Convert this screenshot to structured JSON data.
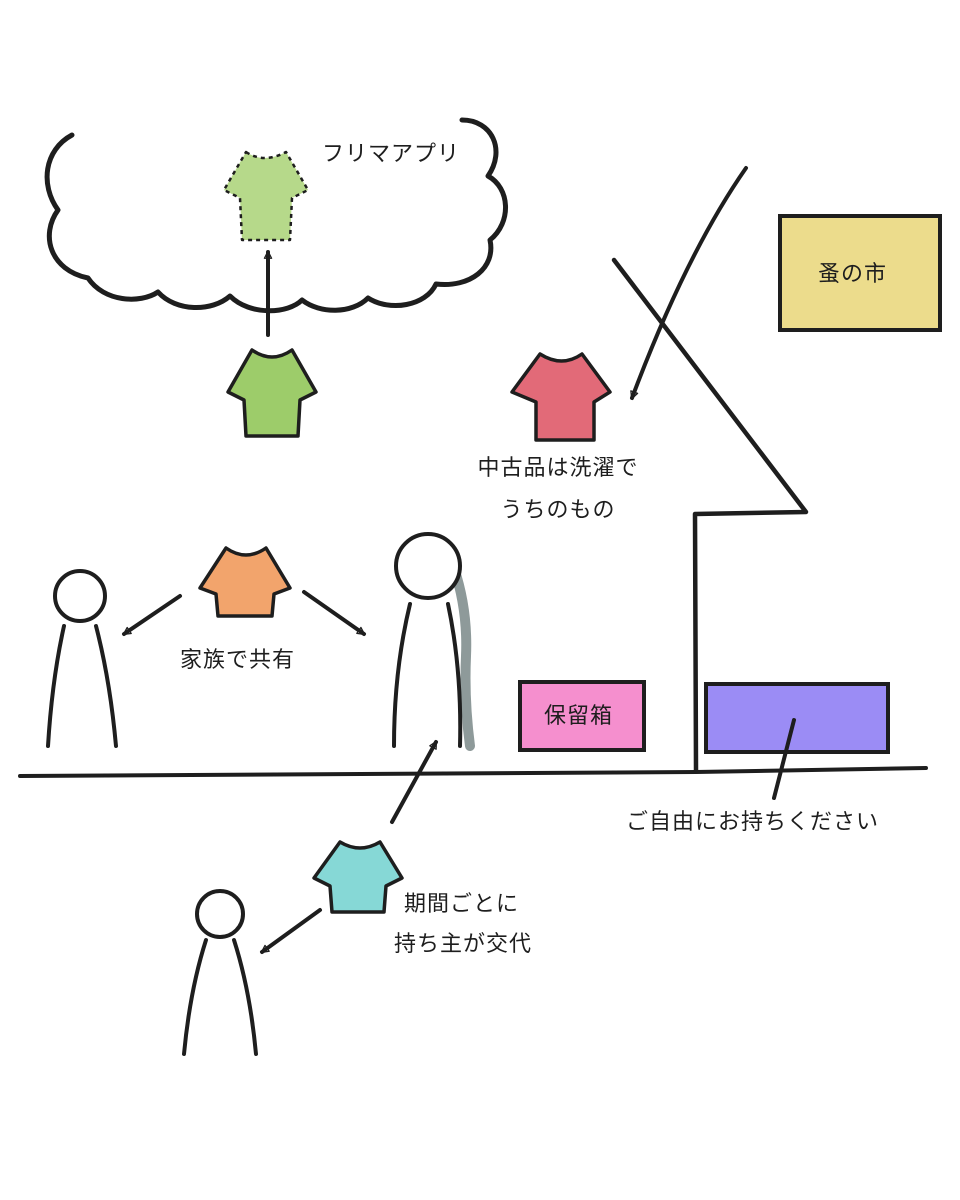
{
  "labels": {
    "furima_app": "フリマアプリ",
    "nomi_no_ichi": "蚤の市",
    "used_items_line1": "中古品は洗濯で",
    "used_items_line2": "うちのもの",
    "family_share": "家族で共有",
    "hold_box": "保留箱",
    "free_take": "ご自由にお持ちください",
    "rotation_line1": "期間ごとに",
    "rotation_line2": "持ち主が交代"
  },
  "icons": {
    "cloud": "cloud-icon",
    "shirt": "tshirt-icon",
    "person": "person-icon",
    "arrow": "arrow-icon",
    "house": "house-outline",
    "box": "box-icon"
  },
  "colors": {
    "ink": "#1e1e1e",
    "shirt_light_green": "#b6d98a",
    "shirt_green": "#9dcc6a",
    "shirt_red": "#e26a78",
    "shirt_orange": "#f2a46c",
    "shirt_cyan": "#86d8d6",
    "box_yellow": "#ecdc8c",
    "box_pink": "#f58fce",
    "box_purple": "#9b8cf5",
    "shadow_gray": "#8e9a9a"
  }
}
